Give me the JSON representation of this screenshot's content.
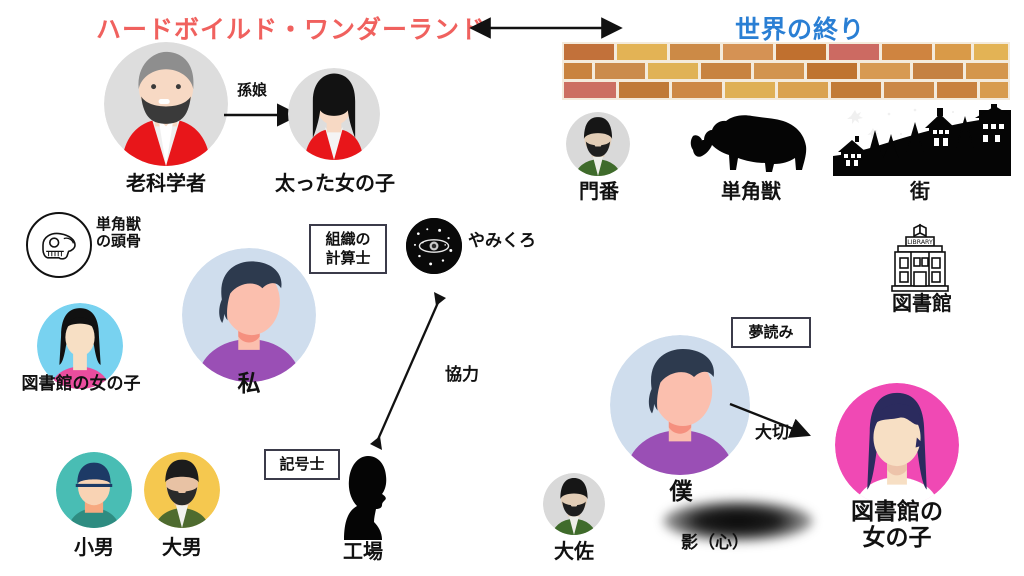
{
  "titles": {
    "left": "ハードボイルド・ワンダーランド",
    "right": "世界の終り",
    "left_color": "#f0615e",
    "right_color": "#2a7fd4"
  },
  "connectors": {
    "worlds_link": "",
    "grandchild": "孫娘",
    "cooperation": "協力",
    "precious": "大切"
  },
  "left_world": {
    "nodes": [
      {
        "id": "old-scientist",
        "label": "老科学者",
        "icon": "avatar-old-scientist"
      },
      {
        "id": "fat-girl",
        "label": "太った女の子",
        "icon": "avatar-fat-girl"
      },
      {
        "id": "unicorn-skull",
        "label": "単角獣\nの頭骨",
        "icon": "unicorn-skull-icon"
      },
      {
        "id": "library-girl-left",
        "label": "図書館の女の子",
        "icon": "avatar-library-girl-left"
      },
      {
        "id": "watashi",
        "label": "私",
        "icon": "avatar-watashi"
      },
      {
        "id": "yamikuro",
        "label": "やみくろ",
        "icon": "dark-sphere-icon"
      },
      {
        "id": "small-man",
        "label": "小男",
        "icon": "avatar-small-man"
      },
      {
        "id": "big-man",
        "label": "大男",
        "icon": "avatar-big-man"
      },
      {
        "id": "factory",
        "label": "工場",
        "icon": "head-silhouette-icon"
      }
    ],
    "badges": [
      {
        "id": "calculator",
        "label": "組織の\n計算士"
      },
      {
        "id": "semiotician",
        "label": "記号士"
      }
    ]
  },
  "right_world": {
    "nodes": [
      {
        "id": "gatekeeper",
        "label": "門番",
        "icon": "avatar-gatekeeper"
      },
      {
        "id": "unicorn-beast",
        "label": "単角獣",
        "icon": "rhino-silhouette-icon"
      },
      {
        "id": "town",
        "label": "街",
        "icon": "town-silhouette-icon"
      },
      {
        "id": "library",
        "label": "図書館",
        "icon": "library-building-icon"
      },
      {
        "id": "boku",
        "label": "僕",
        "icon": "avatar-boku"
      },
      {
        "id": "shadow",
        "label": "影（心）",
        "icon": "shadow-blob-icon"
      },
      {
        "id": "colonel",
        "label": "大佐",
        "icon": "avatar-colonel"
      },
      {
        "id": "library-girl-right",
        "label": "図書館の\n女の子",
        "icon": "avatar-library-girl-right"
      }
    ],
    "badges": [
      {
        "id": "dreamreader",
        "label": "夢読み"
      }
    ],
    "library_sign": "LIBRARY"
  },
  "colors": {
    "avatar_gray": "#dddddd",
    "avatar_lightblue": "#cfdded",
    "avatar_skyblue": "#78d2f0",
    "avatar_teal": "#49bdb4",
    "avatar_yellow": "#f5c84f",
    "avatar_pink": "#f049b4",
    "shirt_red": "#e8161a",
    "shirt_purple": "#9a4fb5",
    "shirt_olive": "#4e6b2f",
    "skin": "#f9c9b4",
    "hair_navy": "#2d3a4e"
  }
}
